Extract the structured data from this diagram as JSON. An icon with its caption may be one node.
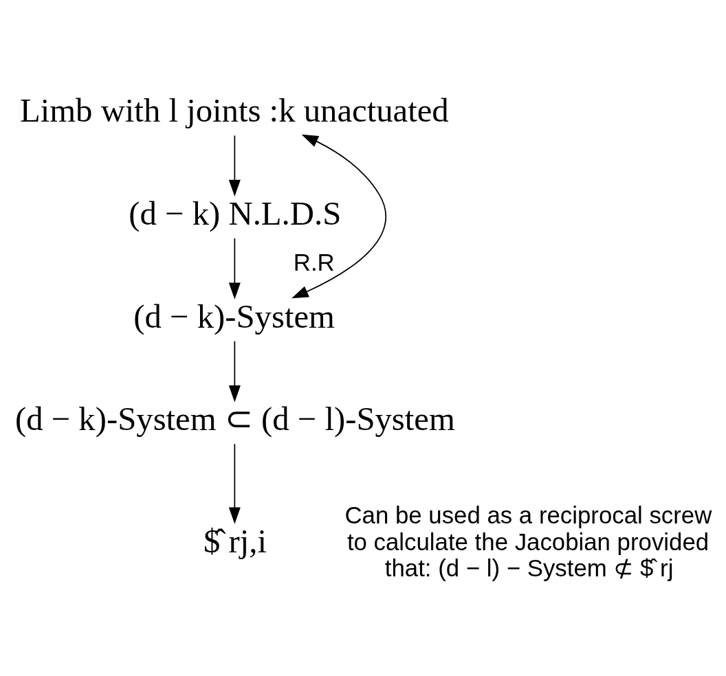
{
  "diagram": {
    "nodes": [
      {
        "text": [
          "Limb with l joints :k unactuated"
        ]
      },
      {
        "text": [
          "(d − k) N.L.D.S"
        ]
      },
      {
        "text": [
          "(d − k)-System"
        ]
      },
      {
        "text": [
          "(d − k)-System ⊂ (d − l)-System"
        ]
      },
      {
        "text": [
          "$̂ rj,i"
        ]
      }
    ],
    "edges": [
      {
        "from": 0,
        "to": 1,
        "arrow": "to"
      },
      {
        "from": 1,
        "to": 2,
        "arrow": "to"
      },
      {
        "from": 2,
        "to": 3,
        "arrow": "to"
      },
      {
        "from": 3,
        "to": 4,
        "arrow": "to"
      },
      {
        "from": 2,
        "to": 0,
        "arrow": "both",
        "label": "R.R"
      }
    ],
    "labels": [
      "Can be used as a reciprocal screw to calculate the Jacobian provided that: (d − l) − System ⊄ $̂ rj"
    ]
  }
}
